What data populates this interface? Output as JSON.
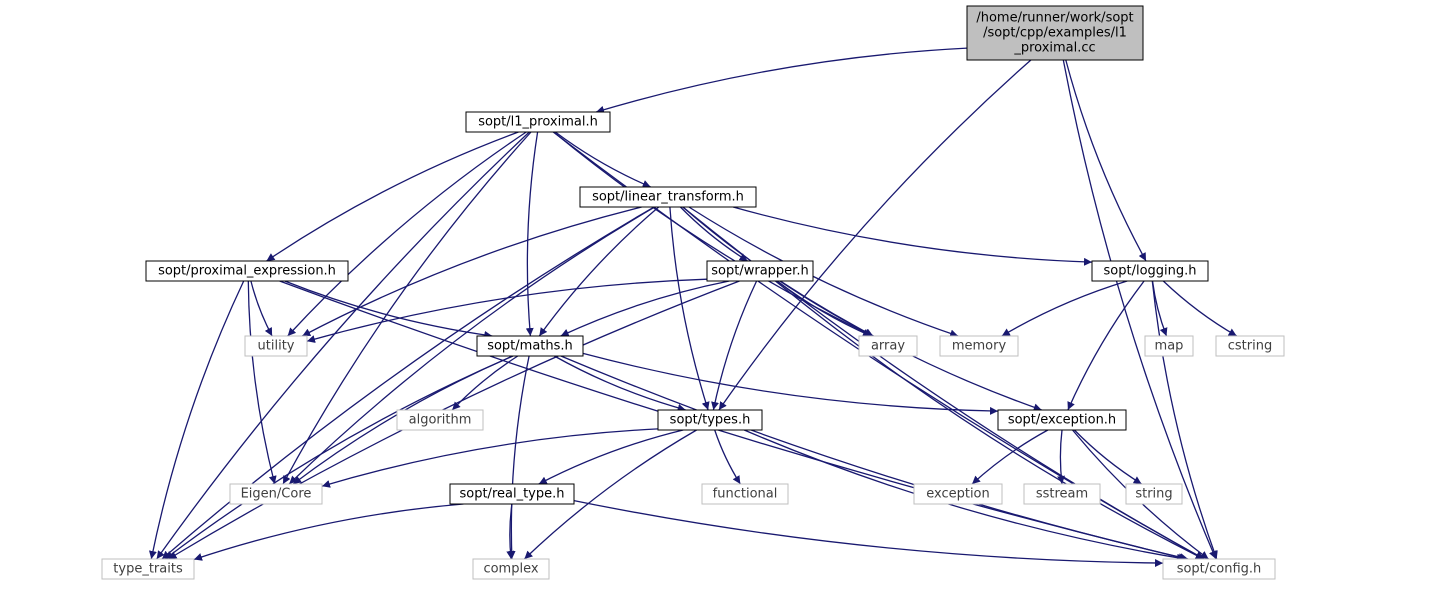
{
  "colors": {
    "edge": "#191970",
    "node_border_local": "#000000",
    "node_border_system": "#bfbfbf",
    "node_text_local": "#000000",
    "node_text_system": "#3f3f3f",
    "root_fill": "#bfbfbf",
    "node_fill": "#ffffff"
  },
  "nodes": [
    {
      "id": "root",
      "kind": "root",
      "lines": [
        "/home/runner/work/sopt",
        "/sopt/cpp/examples/l1",
        "_proximal.cc"
      ]
    },
    {
      "id": "l1prox",
      "kind": "local",
      "lines": [
        "sopt/l1_proximal.h"
      ]
    },
    {
      "id": "lintrans",
      "kind": "local",
      "lines": [
        "sopt/linear_transform.h"
      ]
    },
    {
      "id": "proxexpr",
      "kind": "local",
      "lines": [
        "sopt/proximal_expression.h"
      ]
    },
    {
      "id": "wrapper",
      "kind": "local",
      "lines": [
        "sopt/wrapper.h"
      ]
    },
    {
      "id": "logging",
      "kind": "local",
      "lines": [
        "sopt/logging.h"
      ]
    },
    {
      "id": "maths",
      "kind": "local",
      "lines": [
        "sopt/maths.h"
      ]
    },
    {
      "id": "types",
      "kind": "local",
      "lines": [
        "sopt/types.h"
      ]
    },
    {
      "id": "exception",
      "kind": "local",
      "lines": [
        "sopt/exception.h"
      ]
    },
    {
      "id": "realtype",
      "kind": "local",
      "lines": [
        "sopt/real_type.h"
      ]
    },
    {
      "id": "utility",
      "kind": "system",
      "lines": [
        "utility"
      ]
    },
    {
      "id": "array",
      "kind": "system",
      "lines": [
        "array"
      ]
    },
    {
      "id": "memory",
      "kind": "system",
      "lines": [
        "memory"
      ]
    },
    {
      "id": "map",
      "kind": "system",
      "lines": [
        "map"
      ]
    },
    {
      "id": "cstring",
      "kind": "system",
      "lines": [
        "cstring"
      ]
    },
    {
      "id": "algorithm",
      "kind": "system",
      "lines": [
        "algorithm"
      ]
    },
    {
      "id": "eigen",
      "kind": "system",
      "lines": [
        "Eigen/Core"
      ]
    },
    {
      "id": "functional",
      "kind": "system",
      "lines": [
        "functional"
      ]
    },
    {
      "id": "exceptionstd",
      "kind": "system",
      "lines": [
        "exception"
      ]
    },
    {
      "id": "sstream",
      "kind": "system",
      "lines": [
        "sstream"
      ]
    },
    {
      "id": "string",
      "kind": "system",
      "lines": [
        "string"
      ]
    },
    {
      "id": "typetraits",
      "kind": "system",
      "lines": [
        "type_traits"
      ]
    },
    {
      "id": "complex",
      "kind": "system",
      "lines": [
        "complex"
      ]
    },
    {
      "id": "config",
      "kind": "system",
      "lines": [
        "sopt/config.h"
      ]
    }
  ],
  "edges": [
    [
      "root",
      "l1prox"
    ],
    [
      "root",
      "types"
    ],
    [
      "root",
      "logging"
    ],
    [
      "root",
      "config"
    ],
    [
      "l1prox",
      "lintrans"
    ],
    [
      "l1prox",
      "proxexpr"
    ],
    [
      "l1prox",
      "utility"
    ],
    [
      "l1prox",
      "array"
    ],
    [
      "l1prox",
      "maths"
    ],
    [
      "l1prox",
      "eigen"
    ],
    [
      "l1prox",
      "typetraits"
    ],
    [
      "l1prox",
      "config"
    ],
    [
      "lintrans",
      "wrapper"
    ],
    [
      "lintrans",
      "logging"
    ],
    [
      "lintrans",
      "utility"
    ],
    [
      "lintrans",
      "array"
    ],
    [
      "lintrans",
      "memory"
    ],
    [
      "lintrans",
      "maths"
    ],
    [
      "lintrans",
      "types"
    ],
    [
      "lintrans",
      "eigen"
    ],
    [
      "lintrans",
      "typetraits"
    ],
    [
      "lintrans",
      "config"
    ],
    [
      "proxexpr",
      "utility"
    ],
    [
      "proxexpr",
      "maths"
    ],
    [
      "proxexpr",
      "eigen"
    ],
    [
      "proxexpr",
      "typetraits"
    ],
    [
      "proxexpr",
      "config"
    ],
    [
      "wrapper",
      "utility"
    ],
    [
      "wrapper",
      "array"
    ],
    [
      "wrapper",
      "maths"
    ],
    [
      "wrapper",
      "types"
    ],
    [
      "wrapper",
      "exception"
    ],
    [
      "wrapper",
      "typetraits"
    ],
    [
      "wrapper",
      "config"
    ],
    [
      "logging",
      "memory"
    ],
    [
      "logging",
      "map"
    ],
    [
      "logging",
      "cstring"
    ],
    [
      "logging",
      "exception"
    ],
    [
      "logging",
      "config"
    ],
    [
      "maths",
      "algorithm"
    ],
    [
      "maths",
      "types"
    ],
    [
      "maths",
      "exception"
    ],
    [
      "maths",
      "eigen"
    ],
    [
      "maths",
      "complex"
    ],
    [
      "maths",
      "typetraits"
    ],
    [
      "maths",
      "config"
    ],
    [
      "types",
      "functional"
    ],
    [
      "types",
      "realtype"
    ],
    [
      "types",
      "eigen"
    ],
    [
      "types",
      "complex"
    ],
    [
      "types",
      "config"
    ],
    [
      "exception",
      "exceptionstd"
    ],
    [
      "exception",
      "sstream"
    ],
    [
      "exception",
      "string"
    ],
    [
      "exception",
      "config"
    ],
    [
      "realtype",
      "typetraits"
    ],
    [
      "realtype",
      "complex"
    ],
    [
      "realtype",
      "config"
    ]
  ]
}
